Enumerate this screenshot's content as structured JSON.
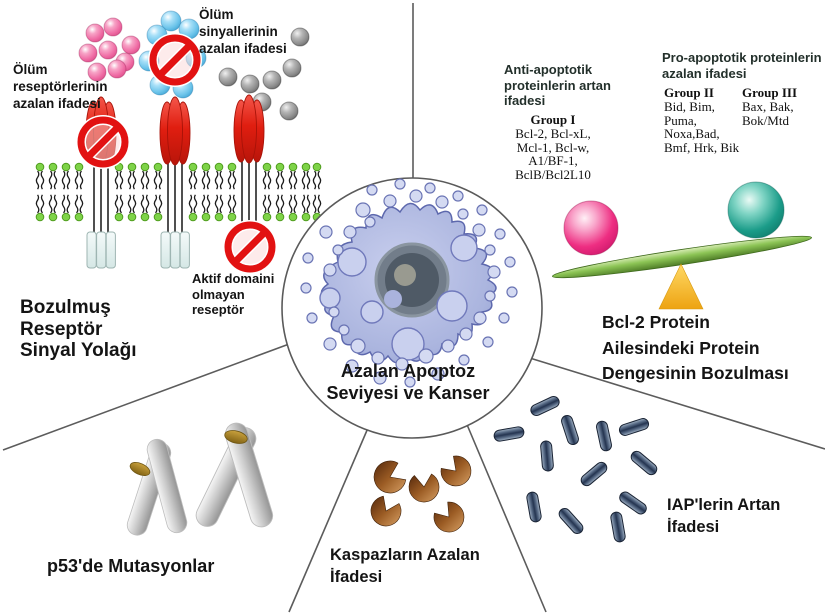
{
  "center": {
    "label_line1": "Azalan Apoptoz",
    "label_line2": "Seviyesi ve Kanser"
  },
  "receptor_pathway": {
    "title_line1": "Bozulmuş",
    "title_line2": "Reseptör",
    "title_line3": "Sinyal Yolağı",
    "death_receptor_line1": "Ölüm",
    "death_receptor_line2": "reseptörlerinin",
    "death_receptor_line3": "azalan ifadesi",
    "death_signal_line1": "Ölüm",
    "death_signal_line2": "sinyallerinin",
    "death_signal_line3": "azalan ifadesi",
    "inactive_receptor_line1": "Aktif domaini",
    "inactive_receptor_line2": "olmayan",
    "inactive_receptor_line3": "reseptör"
  },
  "bcl2_balance": {
    "title_line1": "Bcl-2 Protein",
    "title_line2": "Ailesindeki Protein",
    "title_line3": "Dengesinin Bozulması",
    "anti_header_line1": "Anti-apoptotik",
    "anti_header_line2": "proteinlerin artan",
    "anti_header_line3": "ifadesi",
    "group1_title": "Group I",
    "group1_line1": "Bcl-2, Bcl-xL,",
    "group1_line2": "Mcl-1, Bcl-w,",
    "group1_line3": "A1/BF-1,",
    "group1_line4": "BclB/Bcl2L10",
    "pro_header_line1": "Pro-apoptotik proteinlerin",
    "pro_header_line2": "azalan ifadesi",
    "group2_title": "Group II",
    "group2_line1": "Bid, Bim,",
    "group2_line2": "Puma,",
    "group2_line3": "Noxa,Bad,",
    "group2_line4": "Bmf, Hrk, Bik",
    "group3_title": "Group III",
    "group3_line1": "Bax, Bak,",
    "group3_line2": "Bok/Mtd"
  },
  "p53": {
    "title": "p53'de Mutasyonlar"
  },
  "caspases": {
    "title_line1": "Kaspazların Azalan",
    "title_line2": "İfadesi"
  },
  "iap": {
    "title_line1": "IAP'lerin Artan",
    "title_line2": "İfadesi"
  },
  "colors": {
    "prohibition_red": "#e21212",
    "membrane_green": "#7ed348",
    "receptor_red": "#e0281b",
    "pink_sphere": "#ef6ba4",
    "blue_sphere": "#6cc4ea",
    "gray_sphere": "#8a8a8a",
    "balance_pink_ball": "#ee2e82",
    "balance_teal_ball": "#1b9c89",
    "lever_green": "#8cc455",
    "fulcrum_yellow": "#f3b81e",
    "cell_lavender": "#aab4de",
    "caspase_brown": "#9b5c24",
    "iap_navy": "#2d3d59",
    "divider_gray": "#5c5c5c",
    "text": "#141414"
  }
}
